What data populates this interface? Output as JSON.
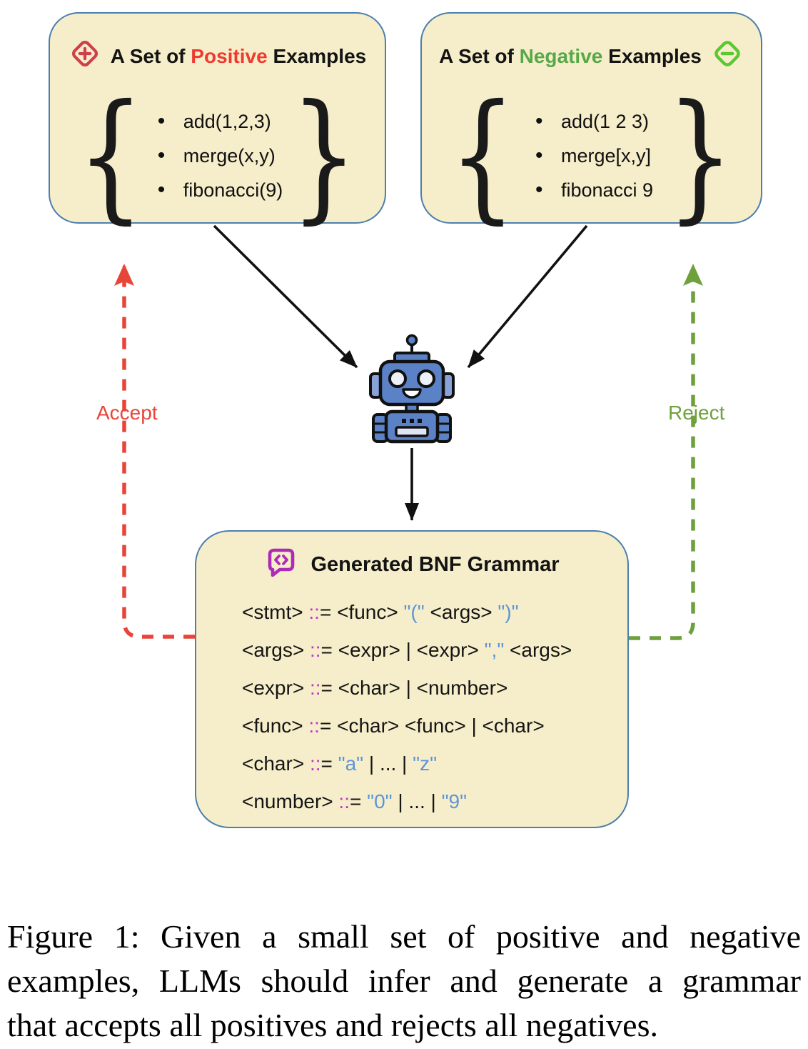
{
  "figure": {
    "positive_box": {
      "title_segments": [
        {
          "t": "A Set of ",
          "c": "k"
        },
        {
          "t": "Positive",
          "c": "red"
        },
        {
          "t": " Examples",
          "c": "k"
        }
      ],
      "brace_left": "{",
      "brace_right": "}",
      "items": [
        "add(1,2,3)",
        "merge(x,y)",
        "fibonacci(9)"
      ]
    },
    "negative_box": {
      "title_segments": [
        {
          "t": "A Set of ",
          "c": "k"
        },
        {
          "t": "Negative",
          "c": "green"
        },
        {
          "t": " Examples",
          "c": "k"
        }
      ],
      "brace_left": "{",
      "brace_right": "}",
      "items": [
        "add(1 2 3)",
        "merge[x,y]",
        "fibonacci 9"
      ]
    },
    "grammar_box": {
      "title": "Generated BNF Grammar",
      "rules": [
        [
          {
            "t": "<stmt> ",
            "c": "k"
          },
          {
            "t": "::",
            "c": "m"
          },
          {
            "t": "= <func> ",
            "c": "k"
          },
          {
            "t": "\"(\"",
            "c": "b"
          },
          {
            "t": " <args> ",
            "c": "k"
          },
          {
            "t": "\")\"",
            "c": "b"
          }
        ],
        [
          {
            "t": "<args> ",
            "c": "k"
          },
          {
            "t": "::",
            "c": "m"
          },
          {
            "t": "= <expr> | <expr> ",
            "c": "k"
          },
          {
            "t": "\",\"",
            "c": "b"
          },
          {
            "t": " <args>",
            "c": "k"
          }
        ],
        [
          {
            "t": "<expr> ",
            "c": "k"
          },
          {
            "t": "::",
            "c": "m"
          },
          {
            "t": "= <char> | <number>",
            "c": "k"
          }
        ],
        [
          {
            "t": "<func> ",
            "c": "k"
          },
          {
            "t": "::",
            "c": "m"
          },
          {
            "t": "= <char> <func> | <char>",
            "c": "k"
          }
        ],
        [
          {
            "t": "<char> ",
            "c": "k"
          },
          {
            "t": "::",
            "c": "m"
          },
          {
            "t": "= ",
            "c": "k"
          },
          {
            "t": "\"a\"",
            "c": "b"
          },
          {
            "t": " | ... | ",
            "c": "k"
          },
          {
            "t": "\"z\"",
            "c": "b"
          }
        ],
        [
          {
            "t": "<number> ",
            "c": "k"
          },
          {
            "t": "::",
            "c": "m"
          },
          {
            "t": "= ",
            "c": "k"
          },
          {
            "t": "\"0\"",
            "c": "b"
          },
          {
            "t": " | ... | ",
            "c": "k"
          },
          {
            "t": "\"9\"",
            "c": "b"
          }
        ]
      ]
    },
    "feedback": {
      "accept": "Accept",
      "reject": "Reject"
    }
  },
  "caption": {
    "line1": "Figure 1: Given a small set of positive and negative",
    "line2": "examples, LLMs should infer and generate a grammar",
    "line3": "that accepts all positives and rejects all negatives."
  },
  "icons": {
    "positive": "plus-diamond-icon",
    "negative": "minus-diamond-icon",
    "grammar": "code-chat-bubble-icon",
    "robot": "robot-llm-icon"
  },
  "colors": {
    "box_bg": "#f6eeca",
    "box_border": "#4b7fae",
    "red": "#e8453a",
    "title_red": "#ee3b2f",
    "title_green": "#57a948",
    "reject_green": "#6fa03e",
    "icon_green": "#5bc832",
    "icon_red": "#cf3e4c",
    "purple": "#ae2bb8",
    "op_magenta": "#bf35c6",
    "string_blue": "#5d95d9",
    "robot_blue": "#5b82c6"
  }
}
